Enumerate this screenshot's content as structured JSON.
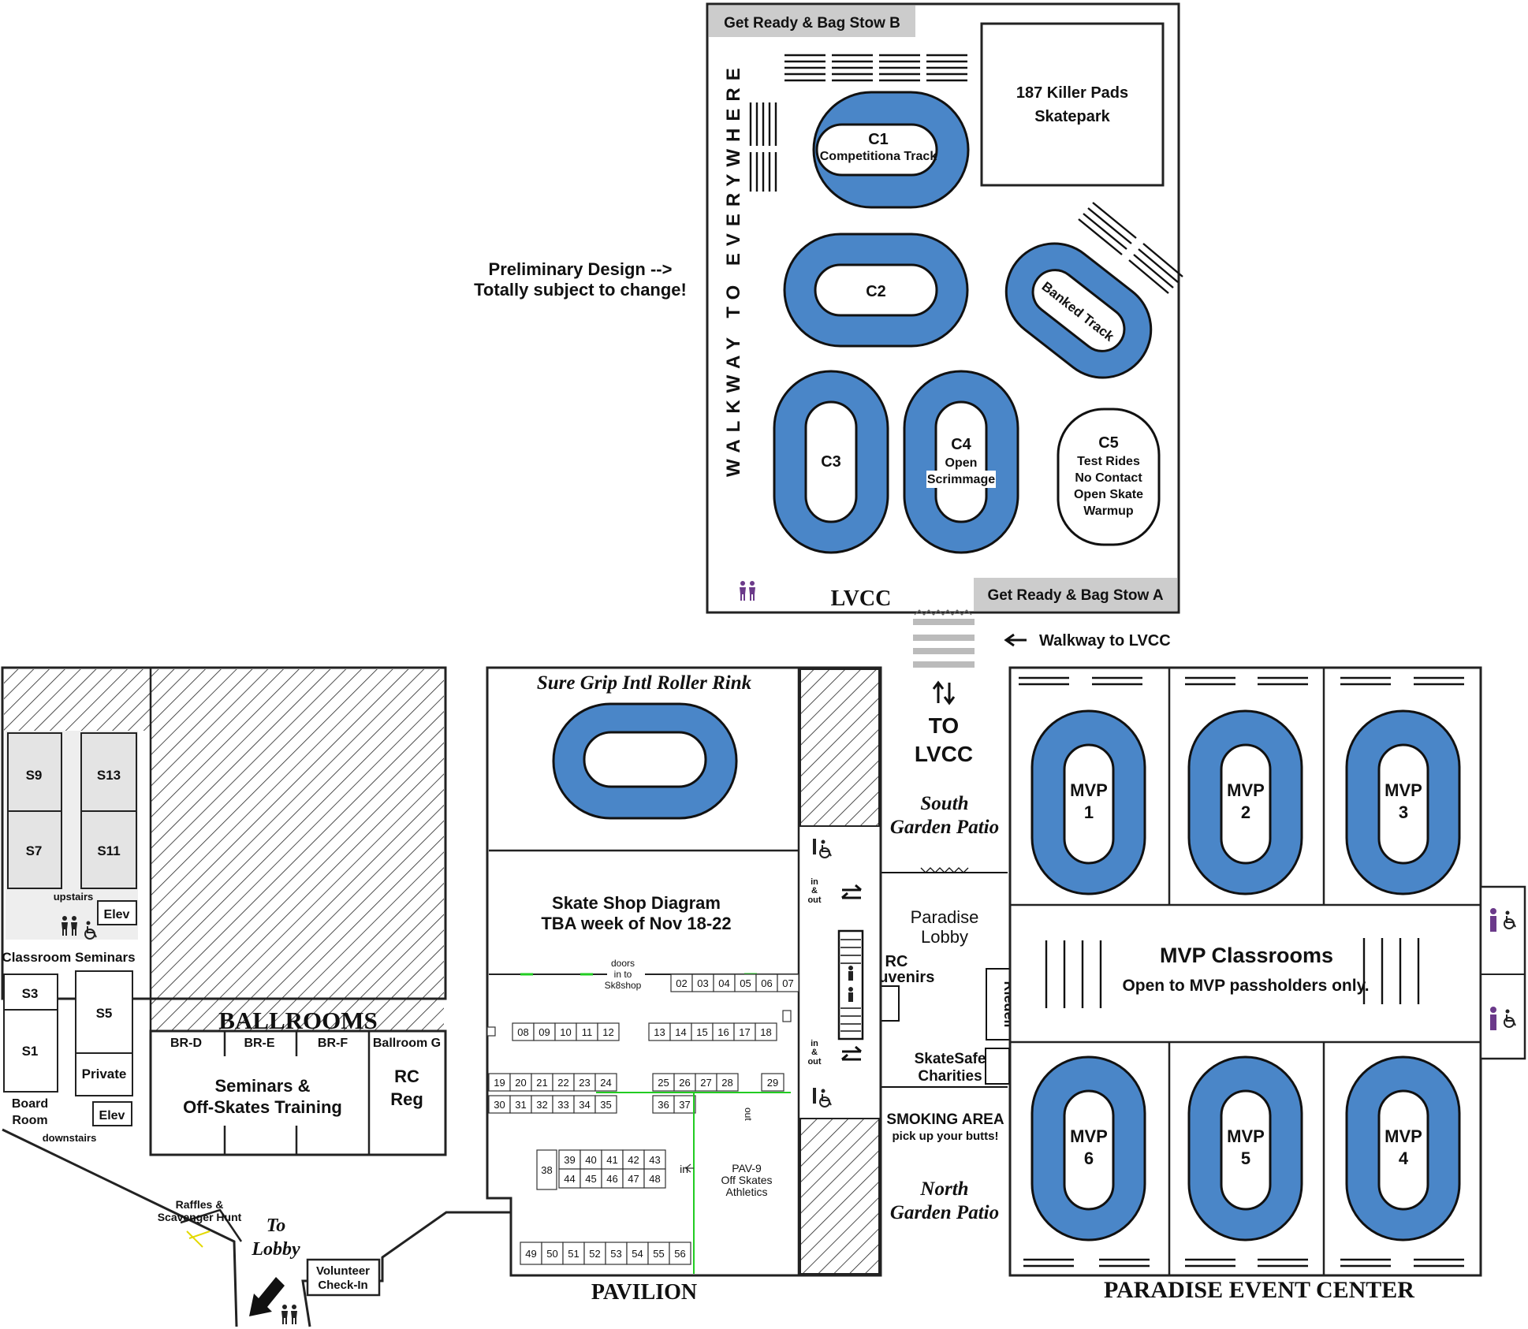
{
  "note": {
    "line1": "Preliminary Design -->",
    "line2": "Totally subject to change!"
  },
  "lvcc": {
    "name": "LVCC",
    "bag_stow_b": "Get Ready & Bag Stow B",
    "bag_stow_a": "Get Ready & Bag Stow A",
    "walkway_label": "WALKWAY TO EVERYWHERE",
    "skatepark": {
      "line1": "187 Killer Pads",
      "line2": "Skatepark"
    },
    "tracks": {
      "c1": {
        "title": "C1",
        "sub": "Competitiona Track"
      },
      "c2": {
        "title": "C2"
      },
      "banked": {
        "title": "Banked Track"
      },
      "c3": {
        "title": "C3"
      },
      "c4": {
        "title": "C4",
        "sub1": "Open",
        "sub2": "Scrimmage"
      },
      "c5": {
        "title": "C5",
        "l1": "Test Rides",
        "l2": "No Contact",
        "l3": "Open Skate",
        "l4": "Warmup"
      }
    }
  },
  "walkway_to_lvcc": "Walkway to LVCC",
  "to_lvcc": {
    "line1": "TO",
    "line2": "LVCC"
  },
  "patios": {
    "south": {
      "line1": "South",
      "line2": "Garden Patio"
    },
    "north": {
      "line1": "North",
      "line2": "Garden Patio"
    }
  },
  "paradise_lobby": {
    "line1": "Paradise",
    "line2": "Lobby"
  },
  "rc_souvenirs": {
    "line1": "RC",
    "line2": "Souvenirs"
  },
  "riedell": "Riedell",
  "skatesafe": {
    "line1": "SkateSafe",
    "line2": "Charities"
  },
  "smoking": {
    "line1": "SMOKING AREA",
    "line2": "pick up your butts!"
  },
  "event_center": {
    "name": "PARADISE EVENT CENTER",
    "classrooms_title": "MVP Classrooms",
    "classrooms_sub": "Open to MVP passholders only.",
    "mvp": [
      {
        "line1": "MVP",
        "line2": "1"
      },
      {
        "line1": "MVP",
        "line2": "2"
      },
      {
        "line1": "MVP",
        "line2": "3"
      },
      {
        "line1": "MVP",
        "line2": "6"
      },
      {
        "line1": "MVP",
        "line2": "5"
      },
      {
        "line1": "MVP",
        "line2": "4"
      }
    ]
  },
  "pavilion": {
    "name": "PAVILION",
    "rink": "Sure Grip Intl Roller Rink",
    "skate_shop": {
      "line1": "Skate Shop Diagram",
      "line2": "TBA week of Nov 18-22"
    },
    "doors": {
      "l1": "doors",
      "l2": "in to",
      "l3": "Sk8shop"
    },
    "in_out": {
      "l1": "in",
      "l2": "&",
      "l3": "out"
    },
    "pav9": {
      "l1": "PAV-9",
      "l2": "Off Skates",
      "l3": "Athletics"
    },
    "in_label": "in",
    "out_label": "out",
    "booths_row1": [
      "02",
      "03",
      "04",
      "05",
      "06",
      "07"
    ],
    "booths_row2a": [
      "08",
      "09",
      "10",
      "11",
      "12"
    ],
    "booths_row2b": [
      "13",
      "14",
      "15",
      "16",
      "17",
      "18"
    ],
    "booths_row3a": [
      "19",
      "20",
      "21",
      "22",
      "23",
      "24"
    ],
    "booths_row3b": [
      "25",
      "26",
      "27",
      "28"
    ],
    "booth_29": "29",
    "booths_row4a": [
      "30",
      "31",
      "32",
      "33",
      "34",
      "35"
    ],
    "booths_row4b": [
      "36",
      "37"
    ],
    "booth_38": "38",
    "booths_row5a": [
      "39",
      "40",
      "41",
      "42",
      "43"
    ],
    "booths_row5b": [
      "44",
      "45",
      "46",
      "47",
      "48"
    ],
    "booths_row6": [
      "49",
      "50",
      "51",
      "52",
      "53",
      "54",
      "55",
      "56"
    ]
  },
  "ballrooms": {
    "name": "BALLROOMS",
    "br_d": "BR-D",
    "br_e": "BR-E",
    "br_f": "BR-F",
    "br_g": "Ballroom G",
    "seminars": {
      "line1": "Seminars &",
      "line2": "Off-Skates Training"
    },
    "rc_reg": {
      "line1": "RC",
      "line2": "Reg"
    }
  },
  "seminar_rooms": {
    "s9": "S9",
    "s13": "S13",
    "s7": "S7",
    "s11": "S11",
    "upstairs": "upstairs",
    "elev": "Elev",
    "classroom_seminars": "Classroom Seminars",
    "s3": "S3",
    "s1": "S1",
    "s5": "S5",
    "private": "Private",
    "board_room": {
      "line1": "Board",
      "line2": "Room"
    },
    "downstairs": "downstairs"
  },
  "raffles": {
    "line1": "Raffles &",
    "line2": "Scavenger Hunt"
  },
  "to_lobby": {
    "line1": "To",
    "line2": "Lobby"
  },
  "volunteer": {
    "line1": "Volunteer",
    "line2": "Check-In"
  },
  "colors": {
    "track": "#4a86c8",
    "gray_box": "#cccccc",
    "restroom": "#6b3a8a",
    "accent_green": "#22cc22"
  }
}
